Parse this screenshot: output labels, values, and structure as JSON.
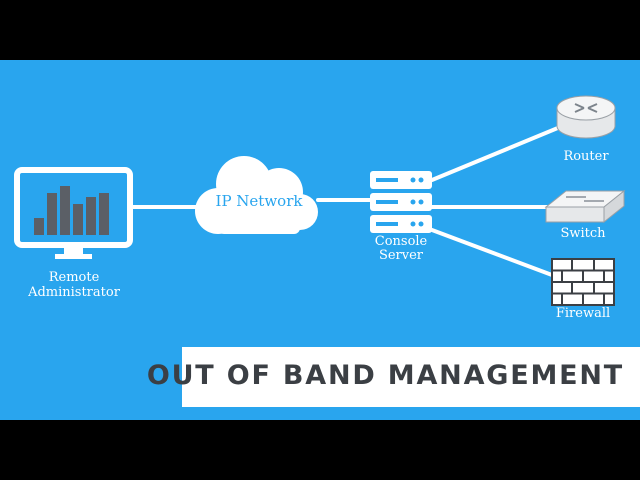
{
  "colors": {
    "background": "#29a5ee",
    "letterbox": "#000000",
    "line": "#ffffff",
    "bars": "#5b5f66",
    "banner_text": "#3b3f44"
  },
  "nodes": {
    "remote_admin": {
      "label": "Remote\nAdministrator",
      "icon": "monitor-chart-icon"
    },
    "ip_network": {
      "label": "IP Network",
      "icon": "cloud-icon"
    },
    "console_server": {
      "label": "Console\nServer",
      "icon": "server-stack-icon"
    },
    "router": {
      "label": "Router",
      "icon": "router-icon"
    },
    "switch": {
      "label": "Switch",
      "icon": "switch-icon"
    },
    "firewall": {
      "label": "Firewall",
      "icon": "firewall-icon"
    }
  },
  "banner": {
    "text": "OUT OF BAND MANAGEMENT"
  }
}
